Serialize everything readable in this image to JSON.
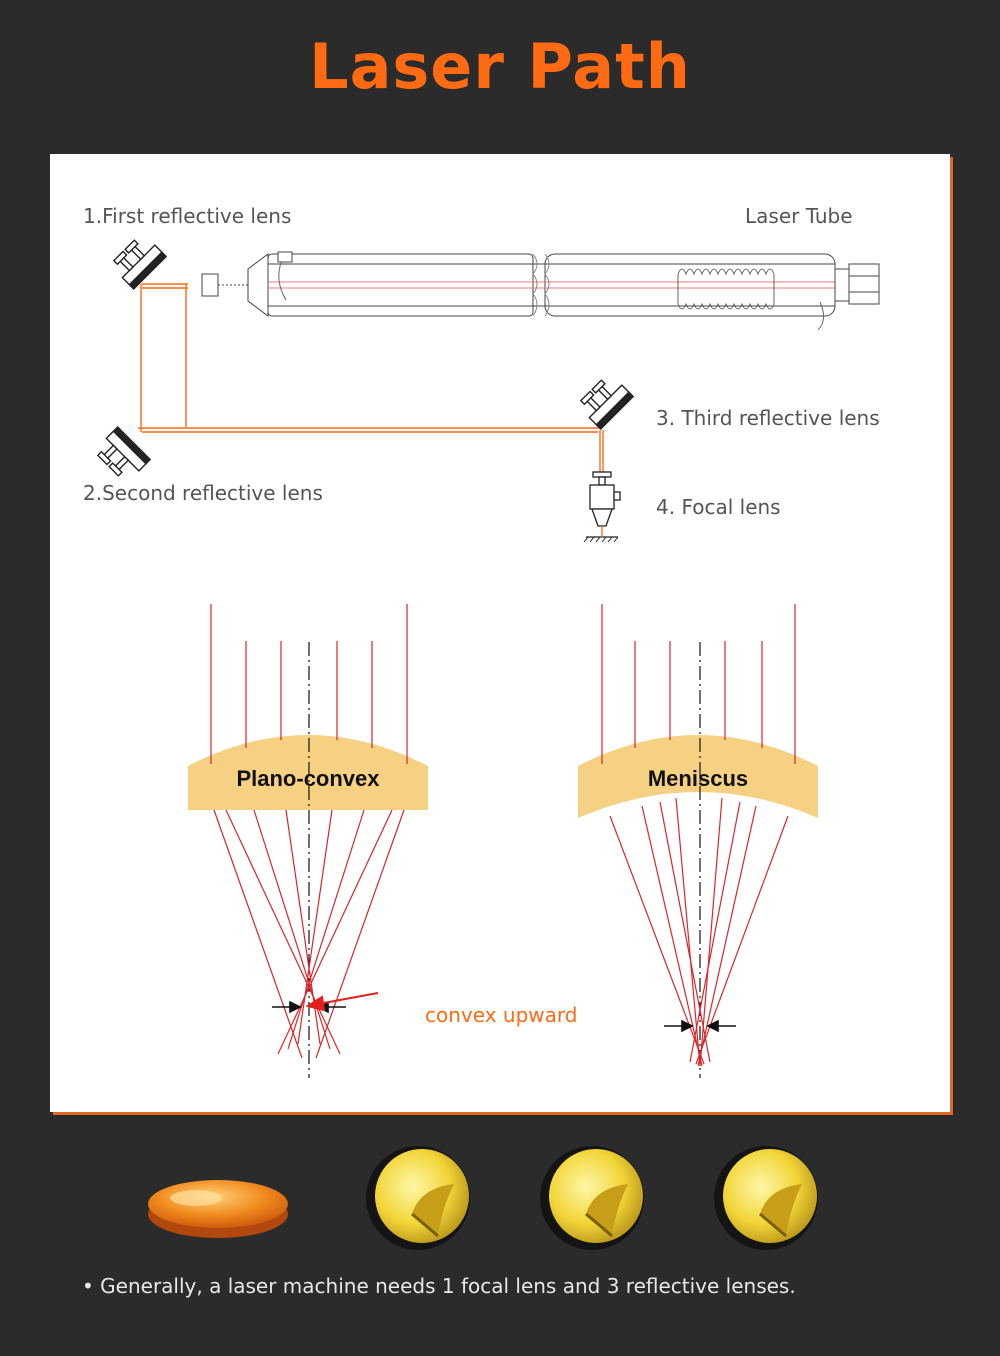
{
  "title": "Laser Path",
  "labels": {
    "first": "1.First reflective lens",
    "tube": "Laser Tube",
    "second": "2.Second reflective lens",
    "third": "3. Third reflective lens",
    "focal": "4. Focal lens"
  },
  "lenses": {
    "plano": "Plano-convex",
    "meniscus": "Meniscus",
    "note": "convex upward"
  },
  "footnote": "• Generally, a laser machine needs 1 focal lens and 3 reflective lenses.",
  "colors": {
    "accent": "#ff6a13",
    "beam": "#e8372b",
    "lens": "#f6d183",
    "background": "#2b2b2b"
  }
}
